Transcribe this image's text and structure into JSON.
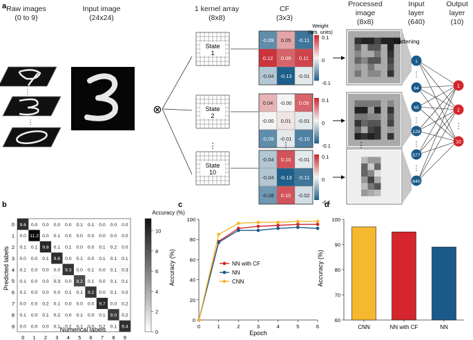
{
  "panel_a": {
    "letter": "a",
    "headers": {
      "raw": [
        "Raw images",
        "(0 to 9)"
      ],
      "input": [
        "Input image",
        "(24x24)"
      ],
      "kernel": [
        "1 kernel array",
        "(8x8)"
      ],
      "cf": [
        "CF",
        "(3x3)"
      ],
      "processed": [
        "Processed",
        "image",
        "(8x8)"
      ],
      "input_layer": [
        "Input",
        "layer",
        "(640)"
      ],
      "output_layer": [
        "Output",
        "layer",
        "(10)"
      ]
    },
    "convolve_symbol": "⊗",
    "states": [
      {
        "label": [
          "State",
          "1"
        ]
      },
      {
        "label": [
          "State",
          "2"
        ]
      },
      {
        "label": [
          "State",
          "10"
        ]
      }
    ],
    "cf_matrices": [
      [
        [
          "-0.09",
          "0.05",
          "-0.11"
        ],
        [
          "0.12",
          "0.09",
          "0.11"
        ],
        [
          "-0.04",
          "-0.13",
          "-0.01"
        ]
      ],
      [
        [
          "0.04",
          "-0.00",
          "0.09"
        ],
        [
          "-0.00",
          "0.01",
          "-0.01"
        ],
        [
          "-0.09",
          "-0.01",
          "-0.10"
        ]
      ],
      [
        [
          "-0.04",
          "0.10",
          "-0.01"
        ],
        [
          "-0.04",
          "-0.13",
          "-0.11"
        ],
        [
          "-0.08",
          "0.10",
          "-0.02"
        ]
      ]
    ],
    "cf_values": [
      [
        [
          -0.09,
          0.05,
          -0.11
        ],
        [
          0.12,
          0.09,
          0.11
        ],
        [
          -0.04,
          -0.13,
          -0.01
        ]
      ],
      [
        [
          0.04,
          -0.0,
          0.09
        ],
        [
          -0.0,
          0.01,
          -0.01
        ],
        [
          -0.09,
          -0.01,
          -0.1
        ]
      ],
      [
        [
          -0.04,
          0.1,
          -0.01
        ],
        [
          -0.04,
          -0.13,
          -0.11
        ],
        [
          -0.08,
          0.1,
          -0.02
        ]
      ]
    ],
    "colorbar": {
      "title": [
        "Weight",
        "(arb. units)"
      ],
      "ticks": [
        "0.1",
        "0",
        "-0.1"
      ]
    },
    "flattening": "Flattening",
    "input_nodes": [
      "1",
      "64",
      "65",
      "128",
      "577",
      "640"
    ],
    "output_nodes": [
      "1",
      "2",
      "10"
    ],
    "ellipsis": "⋮",
    "colors": {
      "blue": "#1a5a8a",
      "red": "#d4262c",
      "grey_band": "#b8b8b8"
    }
  },
  "panel_b": {
    "letter": "b",
    "colorbar_title": "Accuracy (%)",
    "colorbar_ticks": [
      "10",
      "8",
      "6",
      "4",
      "2",
      "0"
    ],
    "ylabel": "Predicted labels",
    "xlabel": "Numerical labels",
    "labels": [
      "0",
      "1",
      "2",
      "3",
      "4",
      "5",
      "6",
      "7",
      "8",
      "9"
    ],
    "matrix": [
      [
        "9.6",
        "0.0",
        "0.0",
        "0.0",
        "0.0",
        "0.1",
        "0.1",
        "0.0",
        "0.0",
        "0.0"
      ],
      [
        "0.0",
        "11.2",
        "0.0",
        "0.1",
        "0.0",
        "0.0",
        "0.0",
        "0.0",
        "0.0",
        "0.0"
      ],
      [
        "0.1",
        "0.1",
        "9.8",
        "0.1",
        "0.1",
        "0.0",
        "0.0",
        "0.1",
        "0.2",
        "0.0"
      ],
      [
        "0.0",
        "0.0",
        "0.1",
        "9.6",
        "0.0",
        "0.1",
        "0.0",
        "0.1",
        "0.1",
        "0.1"
      ],
      [
        "0.1",
        "0.0",
        "0.0",
        "0.0",
        "9.3",
        "0.0",
        "0.1",
        "0.0",
        "0.1",
        "0.3"
      ],
      [
        "0.1",
        "0.0",
        "0.0",
        "0.3",
        "0.0",
        "8.2",
        "0.1",
        "0.0",
        "0.1",
        "0.1"
      ],
      [
        "0.1",
        "0.0",
        "0.0",
        "0.0",
        "0.1",
        "0.1",
        "9.2",
        "0.0",
        "0.1",
        "0.0"
      ],
      [
        "0.0",
        "0.0",
        "0.2",
        "0.1",
        "0.0",
        "0.0",
        "0.0",
        "9.7",
        "0.0",
        "0.2"
      ],
      [
        "0.1",
        "0.0",
        "0.1",
        "0.2",
        "0.0",
        "0.1",
        "0.0",
        "0.1",
        "9.0",
        "0.2"
      ],
      [
        "0.0",
        "0.0",
        "0.0",
        "0.1",
        "0.2",
        "0.1",
        "0.0",
        "0.2",
        "0.1",
        "9.4"
      ]
    ]
  },
  "chart_data": [
    {
      "type": "line",
      "panel": "c",
      "xlabel": "Epoch",
      "ylabel": "Accuracy (%)",
      "x": [
        0,
        1,
        2,
        3,
        4,
        5,
        6
      ],
      "xlim": [
        0,
        6
      ],
      "ylim": [
        0,
        100
      ],
      "yticks": [
        0,
        20,
        40,
        60,
        80,
        100
      ],
      "legend": "center-right",
      "series": [
        {
          "name": "NN with CF",
          "color": "#d4262c",
          "values": [
            0,
            78,
            91,
            93,
            94,
            95,
            95
          ]
        },
        {
          "name": "NN",
          "color": "#1a5a8a",
          "values": [
            0,
            77,
            89,
            89,
            91,
            92,
            91
          ]
        },
        {
          "name": "CNN",
          "color": "#f5b82e",
          "values": [
            0,
            85,
            96,
            97,
            97,
            98,
            98
          ]
        }
      ]
    },
    {
      "type": "bar",
      "panel": "d",
      "ylabel": "Accuracy (%)",
      "categories": [
        "CNN",
        "NN with CF",
        "NN"
      ],
      "values": [
        97,
        95,
        89
      ],
      "colors": [
        "#f5b82e",
        "#d4262c",
        "#1a5a8a"
      ],
      "ylim": [
        60,
        100
      ],
      "yticks": [
        60,
        70,
        80,
        90,
        100
      ]
    }
  ]
}
